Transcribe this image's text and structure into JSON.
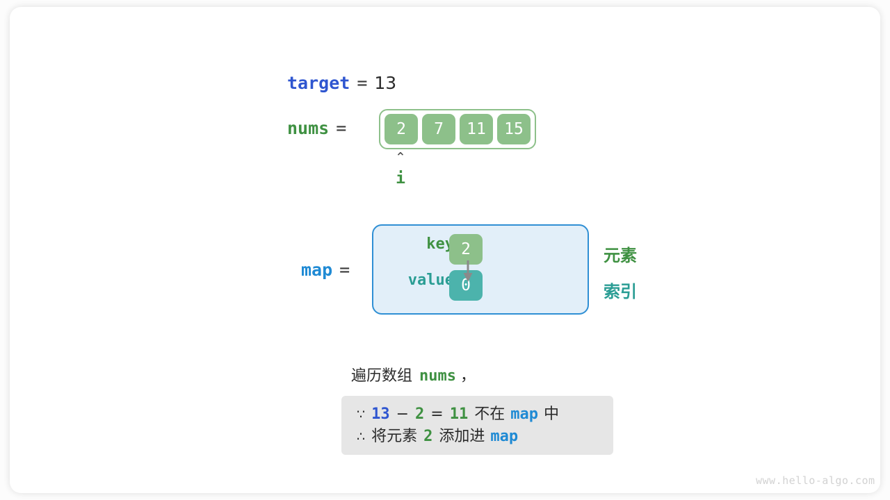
{
  "target": {
    "name": "target",
    "eq": "=",
    "value": "13"
  },
  "nums": {
    "name": "nums",
    "eq": "=",
    "cells": [
      "2",
      "7",
      "11",
      "15"
    ],
    "pointer": {
      "caret": "⌃",
      "label": "i",
      "index": 0
    }
  },
  "map": {
    "name": "map",
    "eq": "=",
    "key_label": "key",
    "value_label": "value",
    "key_cell": "2",
    "value_cell": "0",
    "legend_element": "元素",
    "legend_index": "索引"
  },
  "caption": {
    "prefix": "遍历数组",
    "code": "nums",
    "suffix": "，"
  },
  "note": {
    "line1": {
      "symbol": "∵",
      "a": "13",
      "minus": "−",
      "b": "2",
      "eq": "=",
      "result": "11",
      "text_mid": "不在",
      "map": "map",
      "text_end": "中"
    },
    "line2": {
      "symbol": "∴",
      "text_start": "将元素",
      "num": "2",
      "text_mid": "添加进",
      "map": "map"
    }
  },
  "watermark": "www.hello-algo.com",
  "colors": {
    "green": "#3f9142",
    "cell_green": "#8dc08a",
    "teal": "#2a9d94",
    "cell_teal": "#4cb3ac",
    "blue": "#2f56d0",
    "light_blue": "#1f8ad4",
    "map_fill": "#e2eff9",
    "note_fill": "#e6e6e6"
  }
}
